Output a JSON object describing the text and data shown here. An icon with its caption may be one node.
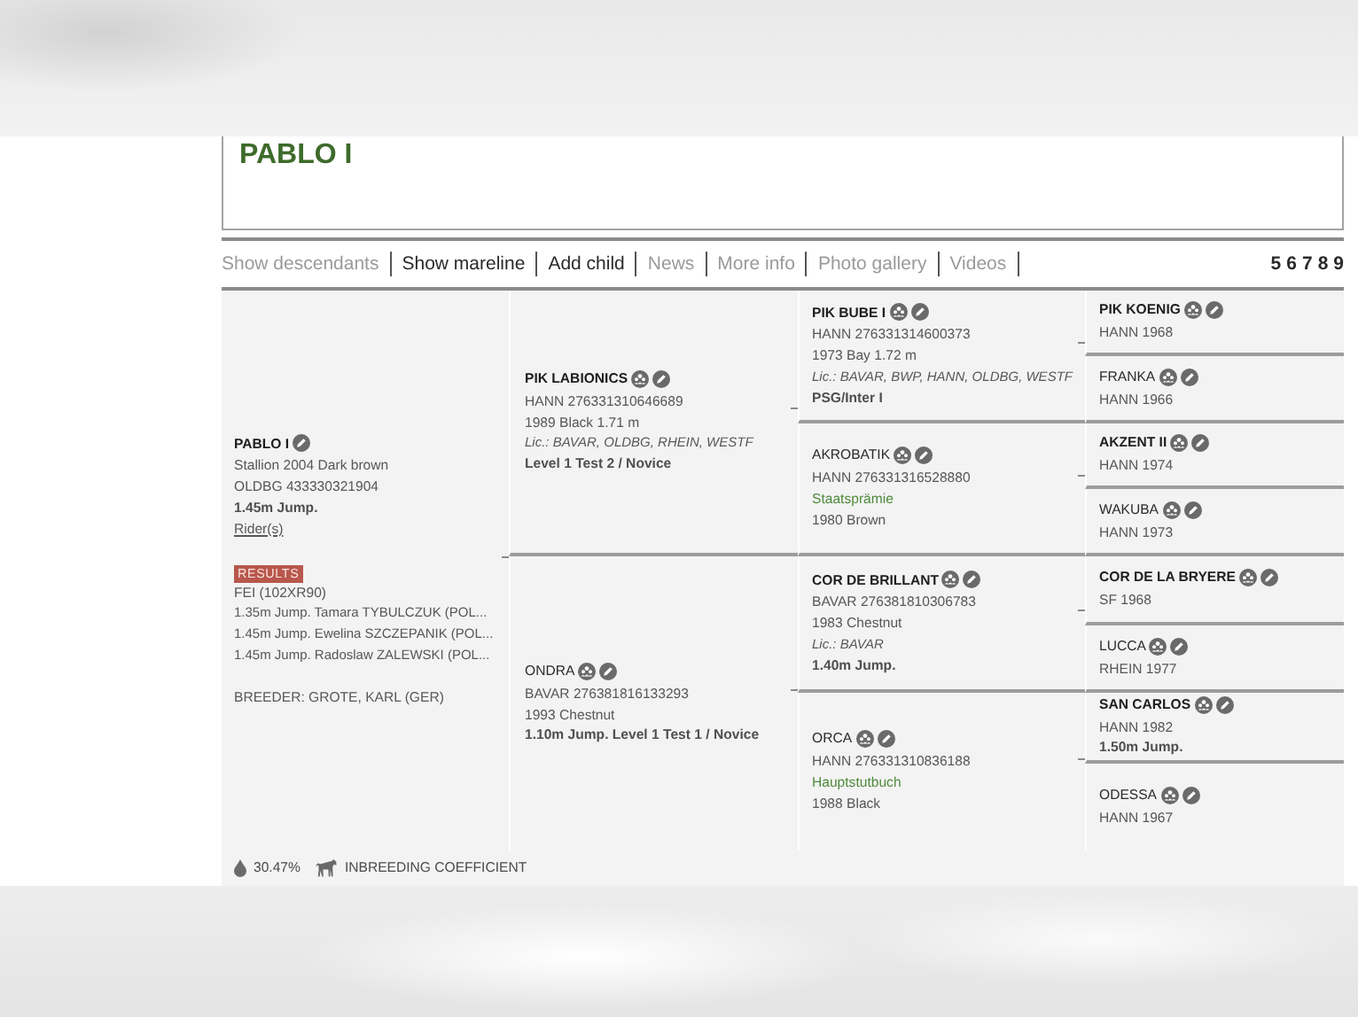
{
  "diagram": {
    "title": "PABLO I",
    "nodes": [
      {
        "text": [
          "PABLO I",
          "Stallion 2004 Dark brown",
          "OLDBG 433330321904",
          "1.45m Jump.",
          "Rider(s)",
          "RESULTS",
          "FEI (102XR90)",
          "1.35m Jump. Tamara TYBULCZUK (POL...",
          "1.45m Jump. Ewelina SZCZEPANIK (POL...",
          "1.45m Jump. Radoslaw ZALEWSKI (POL...",
          "BREEDER: GROTE, KARL (GER)"
        ]
      },
      {
        "text": [
          "PIK LABIONICS",
          "HANN 276331310646689",
          "1989 Black 1.71 m",
          "Lic.: BAVAR, OLDBG, RHEIN, WESTF",
          "Level 1 Test 2 / Novice"
        ]
      },
      {
        "text": [
          "ONDRA",
          "BAVAR 276381816133293",
          "1993 Chestnut",
          "1.10m Jump. Level 1 Test 1 / Novice"
        ]
      },
      {
        "text": [
          "PIK BUBE I",
          "HANN 276331314600373",
          "1973 Bay 1.72 m",
          "Lic.: BAVAR, BWP, HANN, OLDBG, WESTF",
          "PSG/Inter I"
        ]
      },
      {
        "text": [
          "AKROBATIK",
          "HANN 276331316528880",
          "Staatsprämie",
          "1980 Brown"
        ]
      },
      {
        "text": [
          "COR DE BRILLANT",
          "BAVAR 276381810306783",
          "1983 Chestnut",
          "Lic.: BAVAR",
          "1.40m Jump."
        ]
      },
      {
        "text": [
          "ORCA",
          "HANN 276331310836188",
          "Hauptstutbuch",
          "1988 Black"
        ]
      },
      {
        "text": [
          "PIK KOENIG",
          "HANN 1968"
        ]
      },
      {
        "text": [
          "FRANKA",
          "HANN 1966"
        ]
      },
      {
        "text": [
          "AKZENT II",
          "HANN 1974"
        ]
      },
      {
        "text": [
          "WAKUBA",
          "HANN 1973"
        ]
      },
      {
        "text": [
          "COR DE LA BRYERE",
          "SF 1968"
        ]
      },
      {
        "text": [
          "LUCCA",
          "RHEIN 1977"
        ]
      },
      {
        "text": [
          "SAN CARLOS",
          "HANN 1982",
          "1.50m Jump."
        ]
      },
      {
        "text": [
          "ODESSA",
          "HANN 1967"
        ]
      }
    ],
    "labels": [
      "Show descendants",
      "Show mareline",
      "Add child",
      "News",
      "More info",
      "Photo gallery",
      "Videos",
      "5",
      "6",
      "7",
      "8",
      "9",
      "30.47%",
      "INBREEDING COEFFICIENT"
    ]
  }
}
